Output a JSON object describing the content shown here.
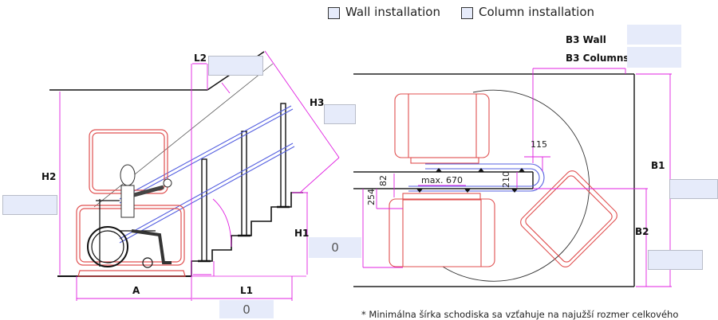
{
  "options": {
    "wall_installation": {
      "label": "Wall installation",
      "checked": false
    },
    "column_installation": {
      "label": "Column installation",
      "checked": false
    }
  },
  "side_view": {
    "labels": {
      "h2": "H2",
      "h1": "H1",
      "h3": "H3",
      "l1": "L1",
      "l2": "L2",
      "a": "A"
    },
    "fields": {
      "h2": "",
      "h1": "0",
      "h3": "",
      "l1": "0",
      "l2": ""
    }
  },
  "top_view": {
    "labels": {
      "b1": "B1",
      "b2": "B2",
      "b3_wall": "B3 Wall",
      "b3_columns": "B3 Columns"
    },
    "fields": {
      "b1": "",
      "b2": "",
      "b3_wall": "",
      "b3_columns": ""
    },
    "dimensions": {
      "d115": "115",
      "d82": "82",
      "d254": "254",
      "d210": "210",
      "max670": "max. 670"
    }
  },
  "footnote": "* Minimálna šírka schodiska sa vzťahuje na najužší rozmer celkového",
  "colors": {
    "dimension": "#e020e0",
    "platform": "#e05050",
    "rail": "#5560e0",
    "field": "#e6ebfa"
  }
}
